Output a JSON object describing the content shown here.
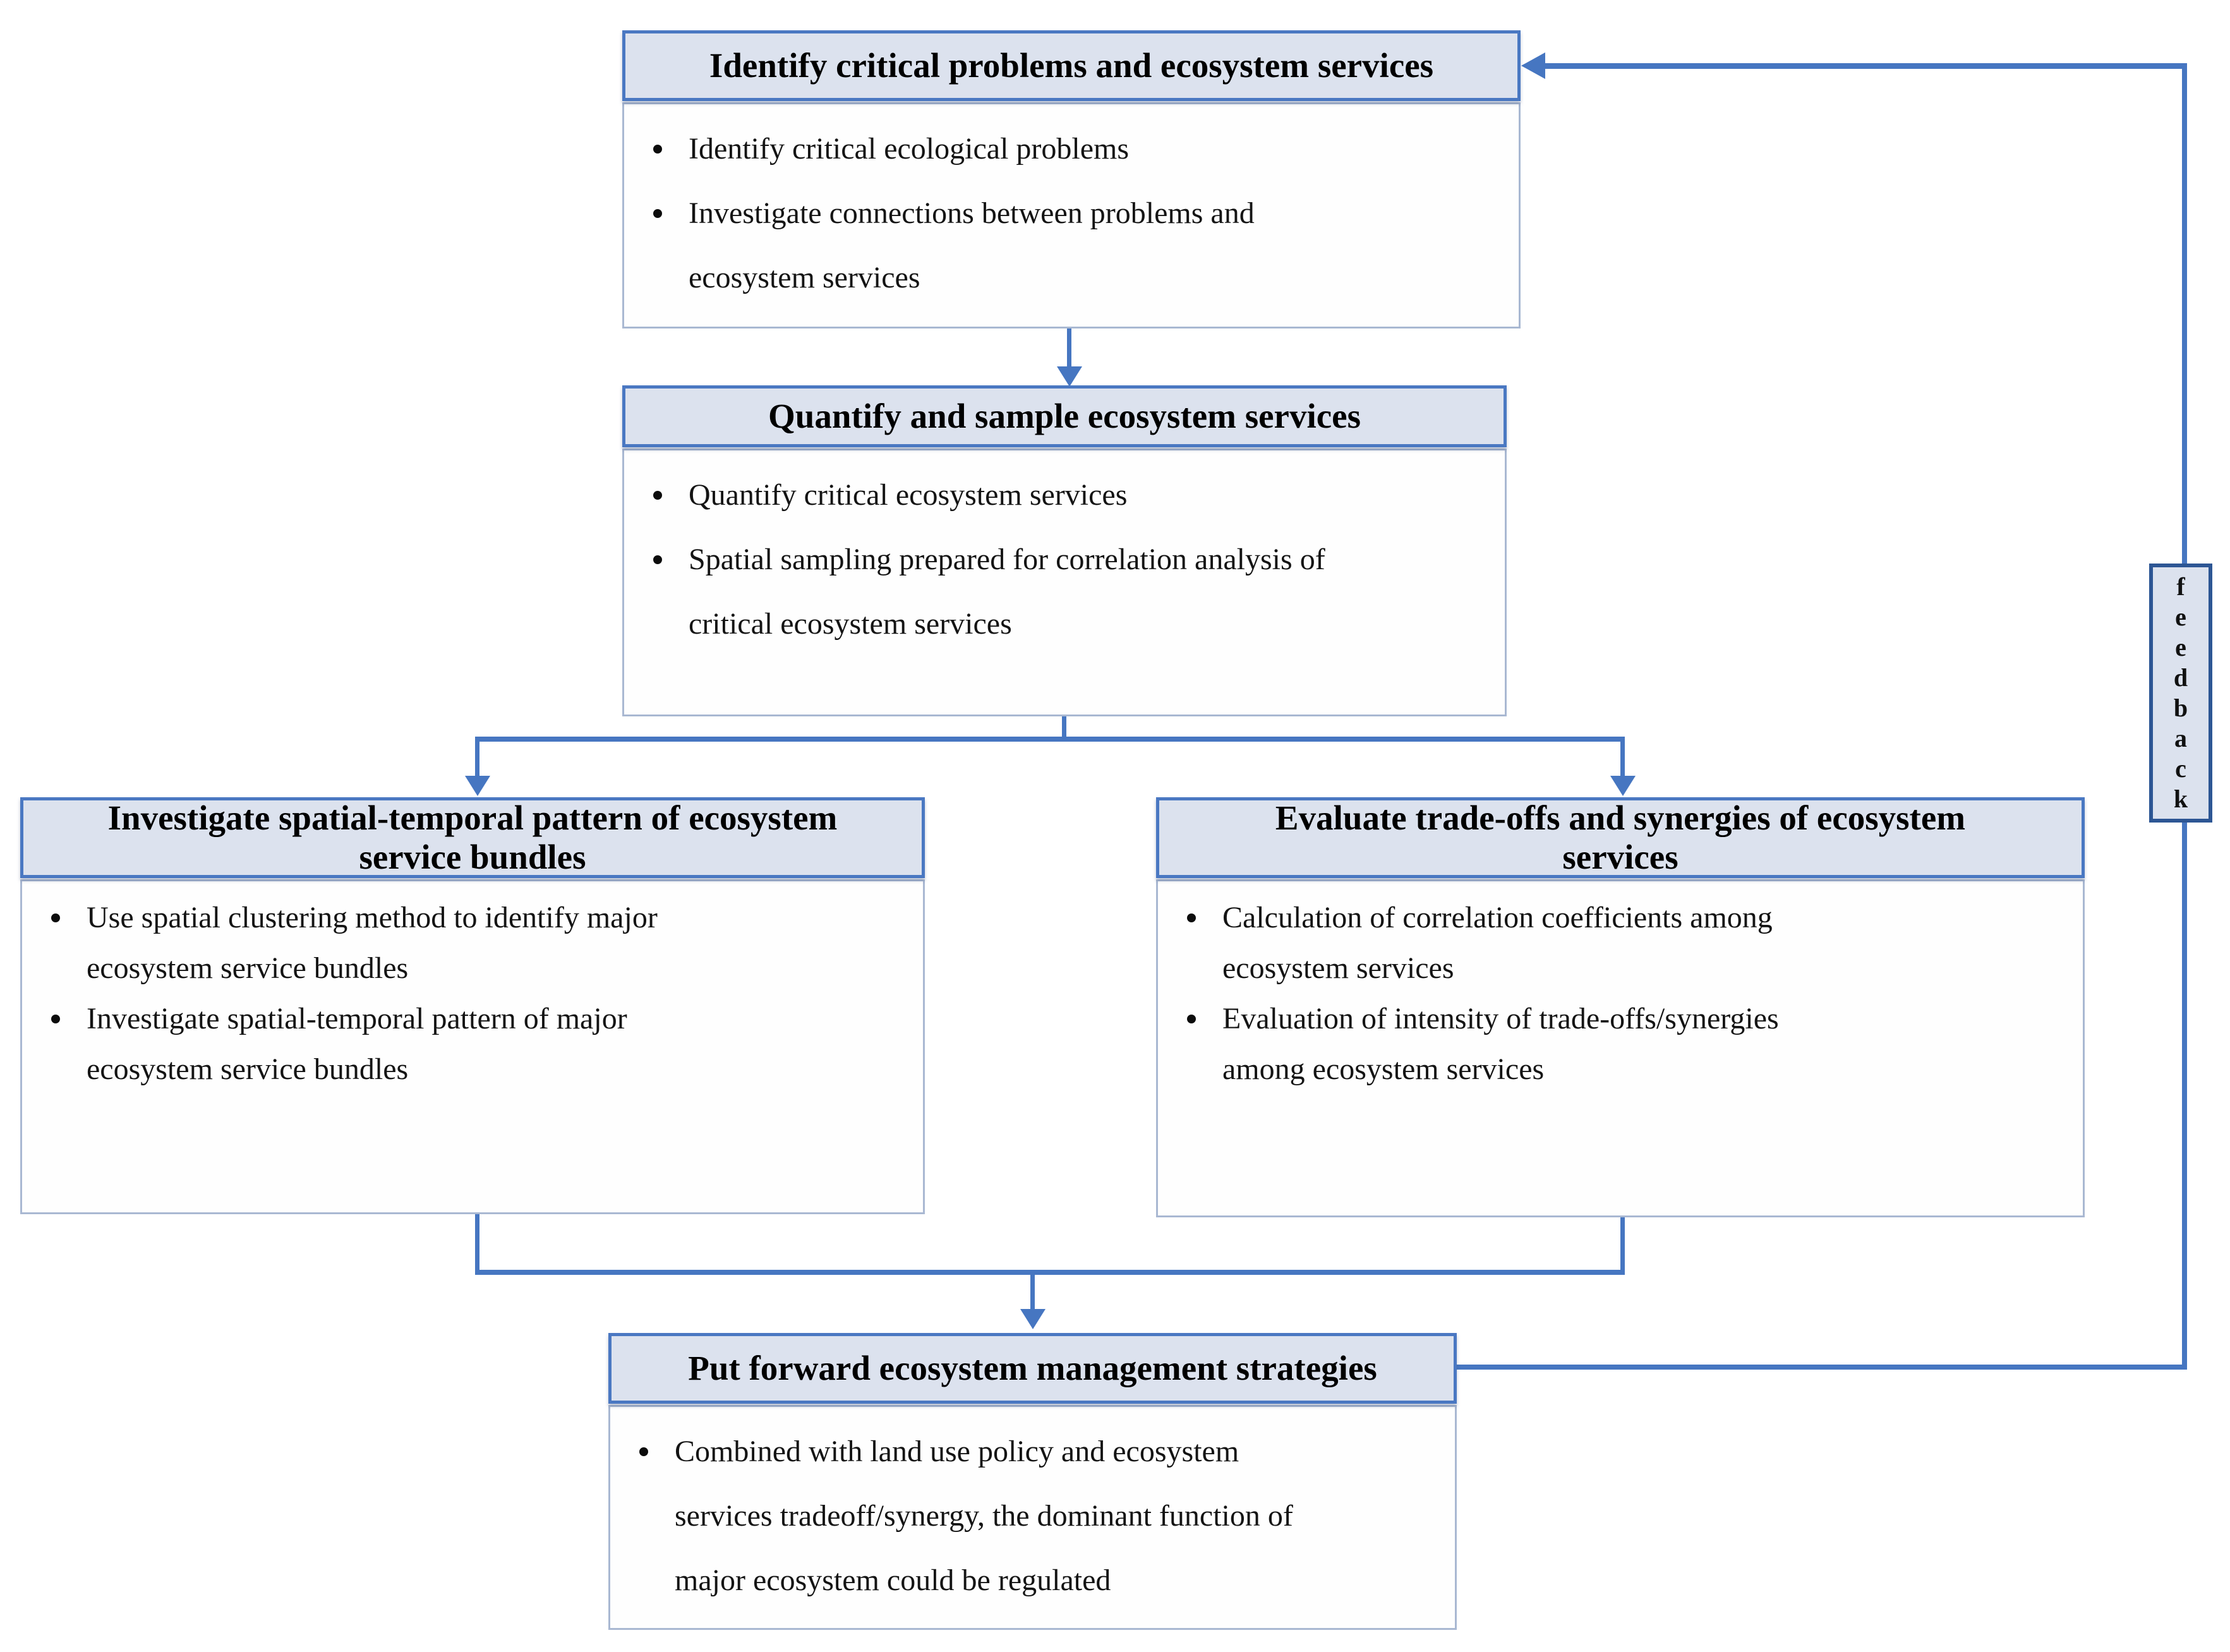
{
  "colors": {
    "connector_blue": "#4676c1",
    "header_border_blue": "#4a78c2",
    "header_fill": "#dce2ee",
    "body_border": "#a9b8d2",
    "feedback_border": "#2d5694",
    "text": "#141414"
  },
  "boxes": {
    "identify": {
      "header": "Identify critical problems and ecosystem services",
      "bullets": [
        [
          "Identify critical ecological problems"
        ],
        [
          "Investigate connections between problems and",
          "ecosystem services"
        ]
      ]
    },
    "quantify": {
      "header": "Quantify and sample ecosystem services",
      "bullets": [
        [
          "Quantify critical ecosystem services"
        ],
        [
          "Spatial sampling prepared for correlation analysis of",
          "critical ecosystem services"
        ]
      ]
    },
    "bundles": {
      "header": "Investigate spatial-temporal pattern of ecosystem\nservice bundles",
      "bullets": [
        [
          "Use spatial clustering method to identify major",
          "ecosystem service bundles"
        ],
        [
          "Investigate spatial-temporal pattern of major",
          "ecosystem service bundles"
        ]
      ]
    },
    "tradeoffs": {
      "header": "Evaluate trade-offs and synergies of ecosystem\nservices",
      "bullets": [
        [
          "Calculation of correlation coefficients among",
          "ecosystem services"
        ],
        [
          "Evaluation of intensity of trade-offs/synergies",
          "among ecosystem services"
        ]
      ]
    },
    "strategies": {
      "header": "Put forward ecosystem management strategies",
      "bullets": [
        [
          "Combined with land use policy and ecosystem",
          "services tradeoff/synergy, the dominant function of",
          "major ecosystem could be regulated"
        ]
      ]
    }
  },
  "feedback": {
    "label": "feedback"
  }
}
